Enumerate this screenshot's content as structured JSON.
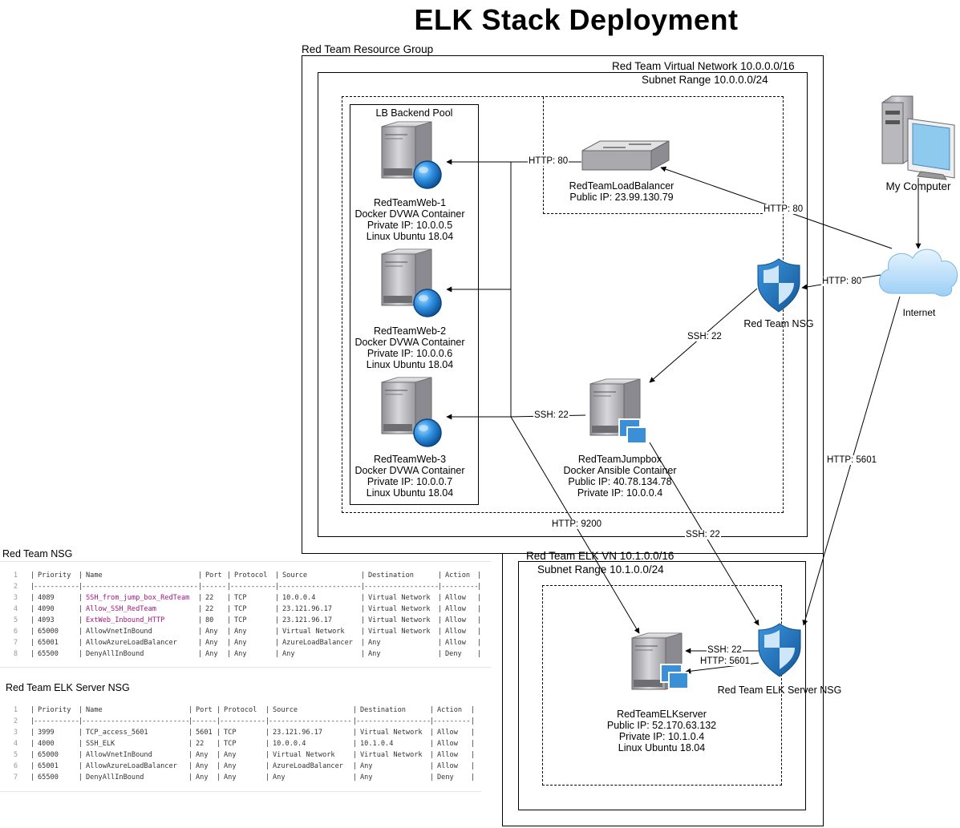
{
  "title": "ELK Stack Deployment",
  "containers": {
    "resource_group": "Red Team Resource Group",
    "virtual_network": "Red Team Virtual Network 10.0.0.0/16",
    "subnet": "Subnet Range 10.0.0.0/24",
    "backend_pool": "LB Backend Pool",
    "elk_vn": "Red Team ELK VN 10.1.0.0/16",
    "elk_subnet": "Subnet Range 10.1.0.0/24"
  },
  "nodes": {
    "web1": [
      "RedTeamWeb-1",
      "Docker DVWA Container",
      "Private IP: 10.0.0.5",
      "Linux Ubuntu 18.04"
    ],
    "web2": [
      "RedTeamWeb-2",
      "Docker DVWA Container",
      "Private IP: 10.0.0.6",
      "Linux Ubuntu 18.04"
    ],
    "web3": [
      "RedTeamWeb-3",
      "Docker DVWA Container",
      "Private IP: 10.0.0.7",
      "Linux Ubuntu 18.04"
    ],
    "lb": [
      "RedTeamLoadBalancer",
      "Public IP: 23.99.130.79"
    ],
    "jumpbox": [
      "RedTeamJumpbox",
      "Docker Ansible Container",
      "Public IP: 40.78.134.78",
      "Private IP: 10.0.0.4"
    ],
    "elk": [
      "RedTeamELKserver",
      "Public IP: 52.170.63.132",
      "Private IP: 10.1.0.4",
      "Linux Ubuntu 18.04"
    ],
    "nsg": "Red Team NSG",
    "elk_nsg": "Red Team ELK Server NSG",
    "computer": "My Computer",
    "internet": "Internet"
  },
  "edges": {
    "http80_lb": "HTTP: 80",
    "http80_inet": "HTTP: 80",
    "http80_nsg": "HTTP: 80",
    "ssh22_nsg": "SSH: 22",
    "ssh22_jump": "SSH: 22",
    "http9200": "HTTP: 9200",
    "ssh22_elk_nsg": "SSH: 22",
    "http5601_inet": "HTTP: 5601",
    "ssh22_elk": "SSH: 22",
    "http5601_elk": "HTTP: 5601"
  },
  "nsg_table": {
    "title": "Red Team NSG",
    "headers": [
      "Priority",
      "Name",
      "Port",
      "Protocol",
      "Source",
      "Destination",
      "Action"
    ],
    "rows": [
      [
        "4089",
        "SSH_from_jump_box_RedTeam",
        "22",
        "TCP",
        "10.0.0.4",
        "Virtual Network",
        "Allow"
      ],
      [
        "4090",
        "Allow_SSH_RedTeam",
        "22",
        "TCP",
        "23.121.96.17",
        "Virtual Network",
        "Allow"
      ],
      [
        "4093",
        "ExtWeb_Inbound_HTTP",
        "80",
        "TCP",
        "23.121.96.17",
        "Virtual Network",
        "Allow"
      ],
      [
        "65000",
        "AllowVnetInBound",
        "Any",
        "Any",
        "Virtual Network",
        "Virtual Network",
        "Allow"
      ],
      [
        "65001",
        "AllowAzureLoadBalancer",
        "Any",
        "Any",
        "AzureLoadBalancer",
        "Any",
        "Allow"
      ],
      [
        "65500",
        "DenyAllInBound",
        "Any",
        "Any",
        "Any",
        "Any",
        "Deny"
      ]
    ]
  },
  "elk_nsg_table": {
    "title": "Red Team ELK Server NSG",
    "headers": [
      "Priority",
      "Name",
      "Port",
      "Protocol",
      "Source",
      "Destination",
      "Action"
    ],
    "rows": [
      [
        "3999",
        "TCP_access_5601",
        "5601",
        "TCP",
        "23.121.96.17",
        "Virtual Network",
        "Allow"
      ],
      [
        "4000",
        "SSH_ELK",
        "22",
        "TCP",
        "10.0.0.4",
        "10.1.0.4",
        "Allow"
      ],
      [
        "65000",
        "AllowVnetInBound",
        "Any",
        "Any",
        "Virtual Network",
        "Virtual Network",
        "Allow"
      ],
      [
        "65001",
        "AllowAzureLoadBalancer",
        "Any",
        "Any",
        "AzureLoadBalancer",
        "Any",
        "Allow"
      ],
      [
        "65500",
        "DenyAllInBound",
        "Any",
        "Any",
        "Any",
        "Any",
        "Deny"
      ]
    ]
  },
  "colors": {
    "server_gray": "#b7b7bb",
    "globe_blue": "#1f77c9",
    "shield_blue": "#1e6fb8",
    "cloud_blue": "#bfe2fb",
    "magenta_text": "#a4157e"
  }
}
